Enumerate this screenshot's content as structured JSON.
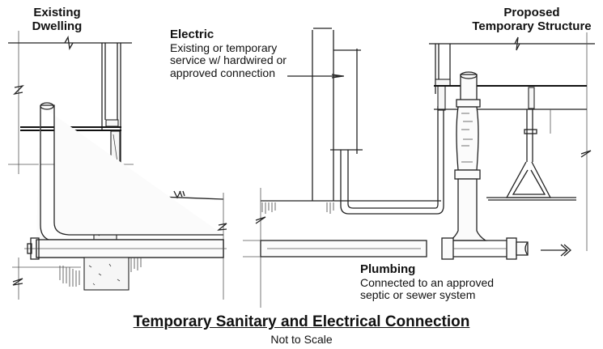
{
  "labels": {
    "existing_dwelling": {
      "line1": "Existing",
      "line2": "Dwelling"
    },
    "proposed_structure": {
      "line1": "Proposed",
      "line2": "Temporary Structure"
    },
    "electric": {
      "heading": "Electric",
      "lines": [
        "Existing or temporary",
        "service w/ hardwired or",
        "approved connection"
      ]
    },
    "plumbing": {
      "heading": "Plumbing",
      "lines": [
        "Connected to an approved",
        "septic or sewer system"
      ]
    }
  },
  "title": "Temporary Sanitary and Electrical Connection",
  "subtitle": "Not to Scale",
  "icons": {
    "flow_arrow": "flow-direction-arrow",
    "break_symbol": "break-line-symbol"
  }
}
